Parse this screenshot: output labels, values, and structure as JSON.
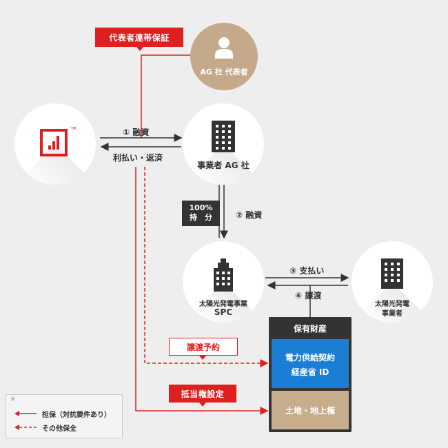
{
  "tags": {
    "guarantee": "代表者連帯保証",
    "transfer_reservation": "譲渡予約",
    "mortgage": "抵当権設定"
  },
  "nodes": {
    "ag_rep": "AG 社 代表者",
    "ag_company": "事業者 AG 社",
    "spc_line1": "太陽光発電事業",
    "spc_line2": "SPC",
    "operator_line1": "太陽光発電",
    "operator_line2": "事業者"
  },
  "flows": {
    "loan1": "① 融資",
    "repay": "利払い・返済",
    "ownership_line1": "100%",
    "ownership_line2": "持　分",
    "loan2": "② 融資",
    "payment": "③ 支払い",
    "transfer": "④ 譲渡"
  },
  "assets": {
    "title": "保有財産",
    "item1_line1": "電力供給契約",
    "item1_line2": "経産省 ID",
    "item2": "土地・地上権"
  },
  "legend": {
    "note_mark": "※",
    "solid": "担保（対抗要件あり）",
    "dashed": "その他保全"
  },
  "colors": {
    "red": "#e0201e",
    "dark": "#333333",
    "blue": "#1a7fd4",
    "tan": "#c8ad8d",
    "rep_circle": "#c4a98a"
  }
}
